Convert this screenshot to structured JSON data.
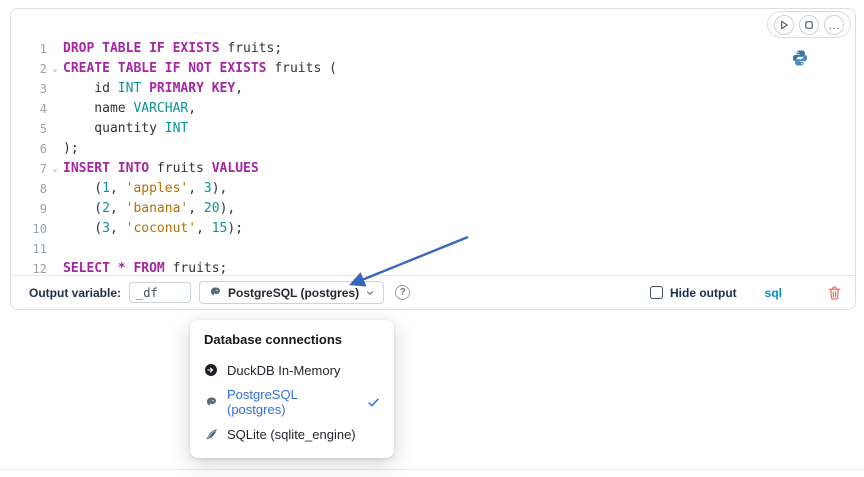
{
  "colors": {
    "keyword": "#a626a4",
    "type": "#0a9396",
    "number": "#0a9396",
    "string": "#b76e00",
    "accent": "#2f6fde",
    "danger": "#ee6b60",
    "arrow": "#3a66c0"
  },
  "glyphs": {
    "ellipsis": "…",
    "help": "?",
    "fold": "⌄"
  },
  "cell": {
    "code": {
      "lines": [
        {
          "n": "1",
          "fold": false,
          "seg": [
            [
              "kw",
              "DROP TABLE IF EXISTS"
            ],
            [
              "pl",
              " fruits;"
            ]
          ]
        },
        {
          "n": "2",
          "fold": true,
          "seg": [
            [
              "kw",
              "CREATE TABLE IF NOT EXISTS"
            ],
            [
              "pl",
              " fruits ("
            ]
          ]
        },
        {
          "n": "3",
          "fold": false,
          "seg": [
            [
              "pl",
              "    id "
            ],
            [
              "ty",
              "INT"
            ],
            [
              "pl",
              " "
            ],
            [
              "kw",
              "PRIMARY KEY"
            ],
            [
              "pl",
              ","
            ]
          ]
        },
        {
          "n": "4",
          "fold": false,
          "seg": [
            [
              "pl",
              "    name "
            ],
            [
              "ty",
              "VARCHAR"
            ],
            [
              "pl",
              ","
            ]
          ]
        },
        {
          "n": "5",
          "fold": false,
          "seg": [
            [
              "pl",
              "    quantity "
            ],
            [
              "ty",
              "INT"
            ]
          ]
        },
        {
          "n": "6",
          "fold": false,
          "seg": [
            [
              "pl",
              ");"
            ]
          ]
        },
        {
          "n": "7",
          "fold": true,
          "seg": [
            [
              "kw",
              "INSERT INTO"
            ],
            [
              "pl",
              " fruits "
            ],
            [
              "kw",
              "VALUES"
            ]
          ]
        },
        {
          "n": "8",
          "fold": false,
          "seg": [
            [
              "pl",
              "    ("
            ],
            [
              "nu",
              "1"
            ],
            [
              "pl",
              ", "
            ],
            [
              "st",
              "'apples'"
            ],
            [
              "pl",
              ", "
            ],
            [
              "nu",
              "3"
            ],
            [
              "pl",
              "),"
            ]
          ]
        },
        {
          "n": "9",
          "fold": false,
          "seg": [
            [
              "pl",
              "    ("
            ],
            [
              "nu",
              "2"
            ],
            [
              "pl",
              ", "
            ],
            [
              "st",
              "'banana'"
            ],
            [
              "pl",
              ", "
            ],
            [
              "nu",
              "20"
            ],
            [
              "pl",
              "),"
            ]
          ]
        },
        {
          "n": "10",
          "fold": false,
          "seg": [
            [
              "pl",
              "    ("
            ],
            [
              "nu",
              "3"
            ],
            [
              "pl",
              ", "
            ],
            [
              "st",
              "'coconut'"
            ],
            [
              "pl",
              ", "
            ],
            [
              "nu",
              "15"
            ],
            [
              "pl",
              ");"
            ]
          ]
        },
        {
          "n": "11",
          "fold": false,
          "seg": []
        },
        {
          "n": "12",
          "fold": false,
          "seg": [
            [
              "kw",
              "SELECT"
            ],
            [
              "pl",
              " "
            ],
            [
              "op",
              "*"
            ],
            [
              "pl",
              " "
            ],
            [
              "kw",
              "FROM"
            ],
            [
              "pl",
              " fruits;"
            ]
          ]
        }
      ]
    },
    "footer": {
      "output_variable_label": "Output variable:",
      "output_variable_value": "_df",
      "connection_value": "PostgreSQL (postgres)",
      "hide_output_label": "Hide output",
      "language_label": "sql"
    }
  },
  "menu": {
    "title": "Database connections",
    "items": [
      {
        "slug": "duckdb",
        "icon": "duckdb-icon",
        "label": "DuckDB In-Memory",
        "selected": false
      },
      {
        "slug": "postgresql",
        "icon": "postgres-icon",
        "label": "PostgreSQL (postgres)",
        "selected": true
      },
      {
        "slug": "sqlite",
        "icon": "sqlite-icon",
        "label": "SQLite (sqlite_engine)",
        "selected": false
      }
    ]
  }
}
